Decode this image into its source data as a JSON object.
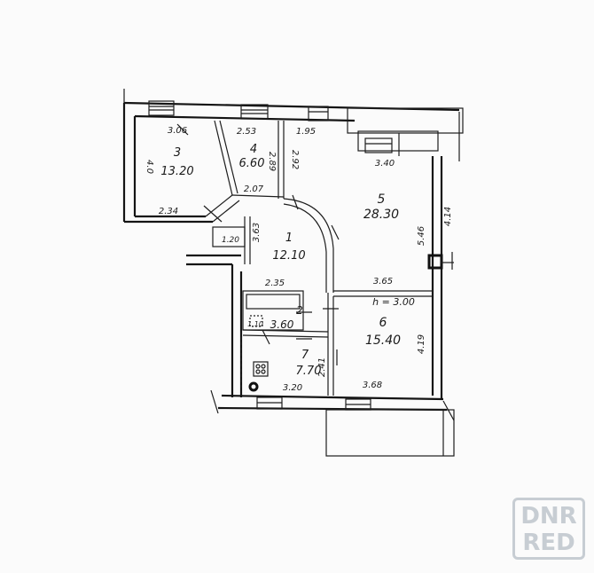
{
  "rooms": [
    {
      "id": "room-3",
      "number": "3",
      "area": "13.20"
    },
    {
      "id": "room-4",
      "number": "4",
      "area": "6.60"
    },
    {
      "id": "room-5",
      "number": "5",
      "area": "28.30"
    },
    {
      "id": "room-1",
      "number": "1",
      "area": "12.10"
    },
    {
      "id": "room-2",
      "number": "2",
      "area": "3.60"
    },
    {
      "id": "room-7",
      "number": "7",
      "area": "7.70"
    },
    {
      "id": "room-6",
      "number": "6",
      "area": "15.40"
    }
  ],
  "dimensions": {
    "d_3_06": "3.06",
    "d_2_53": "2.53",
    "d_1_95": "1.95",
    "d_3_40": "3.40",
    "d_4_0": "4.0",
    "d_2_89": "2.89",
    "d_2_92": "2.92",
    "d_2_07": "2.07",
    "d_2_34": "2.34",
    "d_3_63": "3.63",
    "d_1_20": "1.20",
    "d_5_46": "5.46",
    "d_4_14": "4.14",
    "d_2_35": "2.35",
    "d_3_65": "3.65",
    "d_h": "h = 3.00",
    "d_4_19": "4.19",
    "d_2_41": "2.41",
    "d_3_20": "3.20",
    "d_3_68": "3.68",
    "d_1_10": "1.10"
  },
  "watermark": {
    "line1": "DNR",
    "line2": "RED"
  },
  "colors": {
    "ink": "#141414",
    "paper": "#fbfbfb",
    "watermark": "#c7cdd3"
  }
}
